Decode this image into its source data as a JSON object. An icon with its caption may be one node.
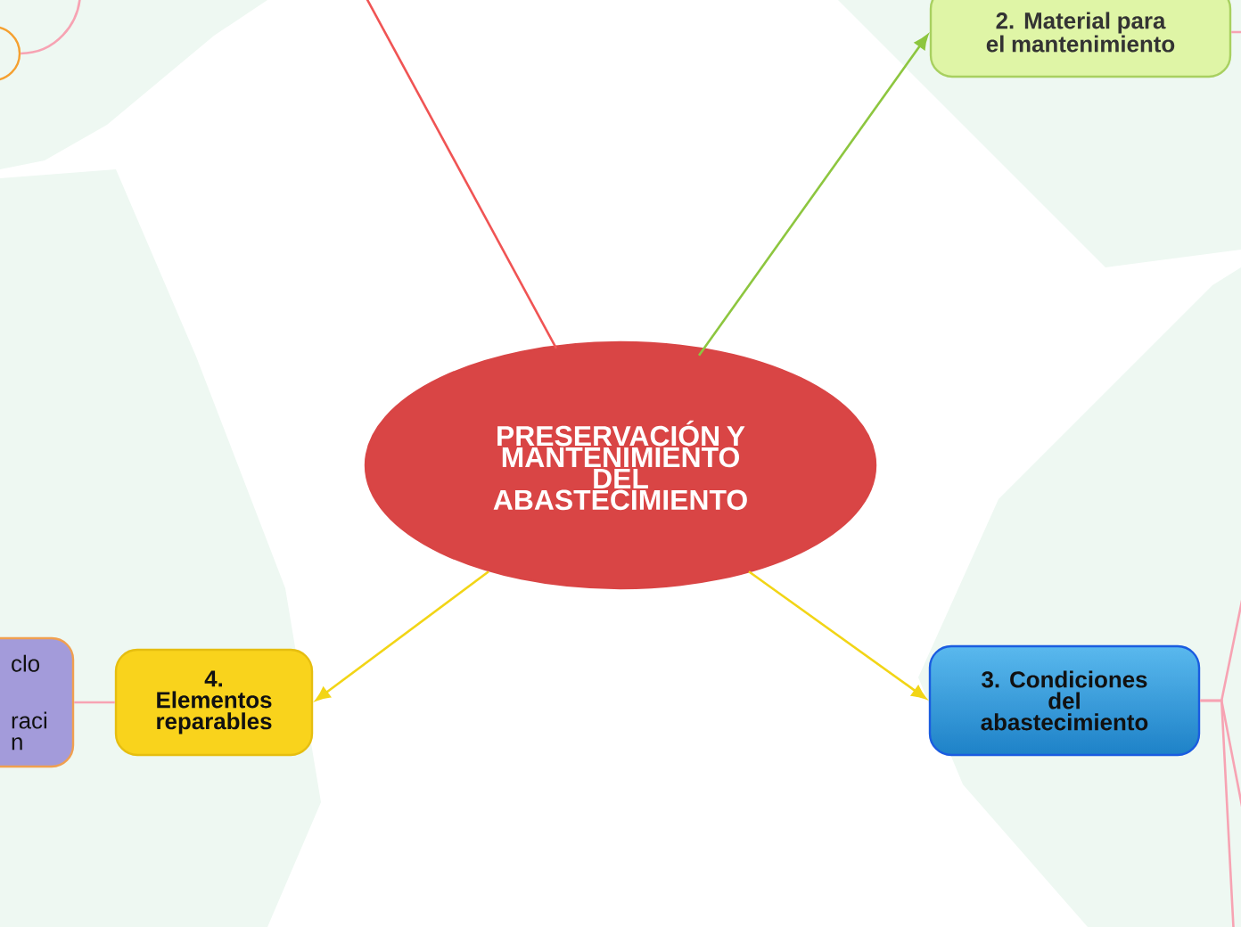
{
  "diagram": {
    "nodes": [
      {
        "text": [
          "PRESERVACIÓN Y MANTENIMIENTO DEL ABASTECIMIENTO"
        ]
      },
      {
        "text": [
          "2. Material para el mantenimiento"
        ]
      },
      {
        "text": [
          "3. Condiciones del abastecimiento"
        ]
      },
      {
        "text": [
          "4. Elementos reparables"
        ]
      },
      {
        "text": [
          "clo",
          "raci",
          "n"
        ]
      },
      {
        "text": [],
        "shape": "circle"
      }
    ],
    "edges": [
      {
        "from": 0,
        "to": 1,
        "arrow": "to",
        "color": "#8dc63f"
      },
      {
        "from": 0,
        "to": 3,
        "arrow": "to",
        "color": "#f2d516"
      },
      {
        "from": 0,
        "to": 2,
        "arrow": "to",
        "color": "#f2d516"
      },
      {
        "from": null,
        "to": 0,
        "arrow": "none",
        "color": "#f05454"
      },
      {
        "from": 4,
        "to": 3,
        "arrow": "none"
      },
      {
        "from": 1,
        "to": null,
        "arrow": "none"
      },
      {
        "from": 2,
        "to": null,
        "arrow": "none"
      },
      {
        "from": 2,
        "to": null,
        "arrow": "none"
      },
      {
        "from": 2,
        "to": null,
        "arrow": "none"
      },
      {
        "from": 5,
        "to": null,
        "arrow": "none"
      }
    ]
  }
}
